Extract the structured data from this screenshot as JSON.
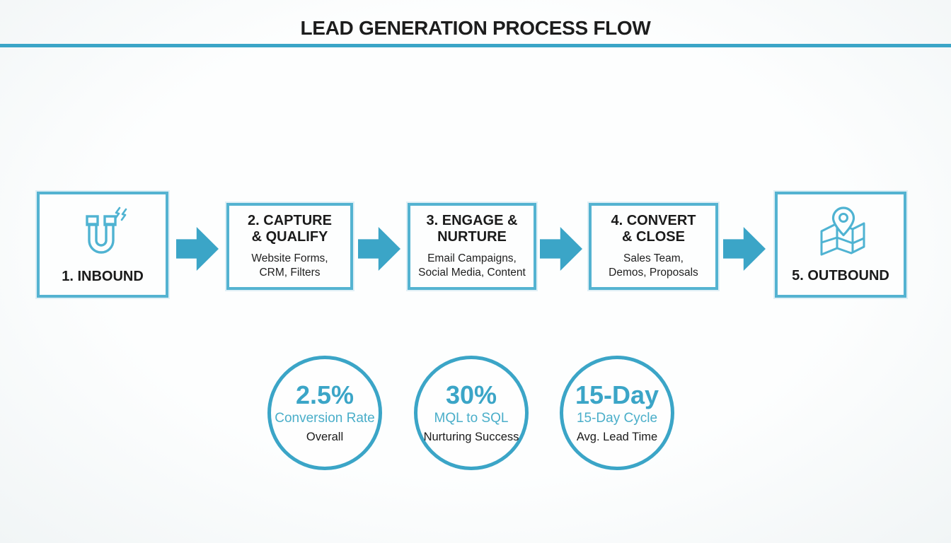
{
  "colors": {
    "accent": "#3BA5C7",
    "box_border": "#54B3D1",
    "icon_stroke": "#4FB3D2",
    "title_text": "#1D1D1D",
    "body_text": "#1B1B1B",
    "stat_sublabel": "#4AAEC9"
  },
  "header": {
    "title": "LEAD GENERATION PROCESS FLOW"
  },
  "flow": {
    "steps": [
      {
        "label": "1. INBOUND",
        "icon": "magnet-icon"
      },
      {
        "title": "2. CAPTURE\n& QUALIFY",
        "subtitle": "Website Forms,\nCRM, Filters"
      },
      {
        "title": "3. ENGAGE &\nNURTURE",
        "subtitle": "Email Campaigns,\nSocial Media, Content"
      },
      {
        "title": "4. CONVERT\n& CLOSE",
        "subtitle": "Sales Team,\nDemos, Proposals"
      },
      {
        "label": "5. OUTBOUND",
        "icon": "map-icon"
      }
    ]
  },
  "stats": [
    {
      "value": "2.5%",
      "label": "Conversion Rate",
      "sublabel": "Overall"
    },
    {
      "value": "30%",
      "label": "MQL to SQL",
      "sublabel": "Nurturing Success"
    },
    {
      "value": "15-Day",
      "label": "15-Day Cycle",
      "sublabel": "Avg. Lead Time"
    }
  ]
}
